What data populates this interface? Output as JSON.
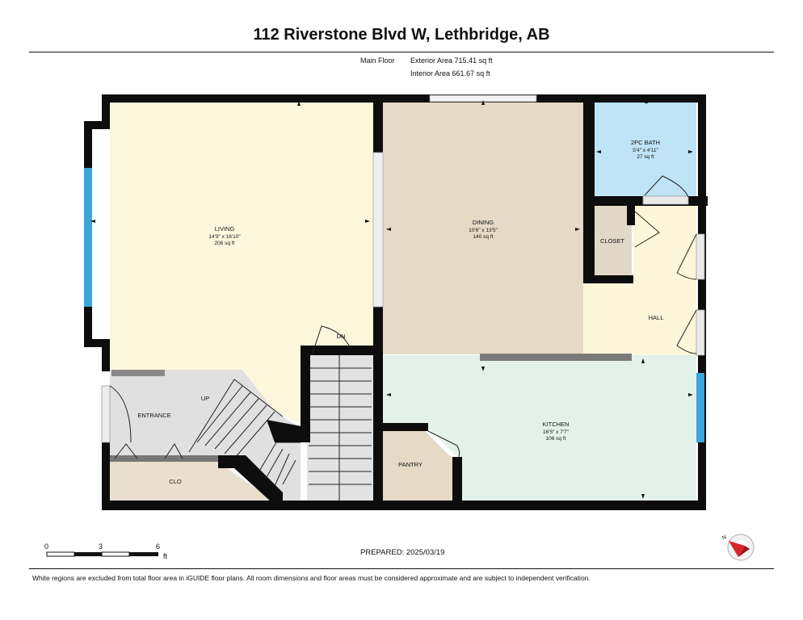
{
  "title": "112 Riverstone Blvd W, Lethbridge, AB",
  "floor": {
    "name": "Main Floor",
    "exterior_label": "Exterior Area",
    "exterior_value": "715.41 sq ft",
    "interior_label": "Interior Area",
    "interior_value": "661.67 sq ft"
  },
  "rooms": {
    "living": {
      "name": "LIVING",
      "dims": "14'9\" x 16'10\"",
      "area": "206 sq ft"
    },
    "dining": {
      "name": "DINING",
      "dims": "10'6\" x 13'5\"",
      "area": "140 sq ft"
    },
    "bath": {
      "name": "2PC BATH",
      "dims": "5'4\" x 4'11\"",
      "area": "27 sq ft"
    },
    "closet": {
      "name": "CLOSET"
    },
    "hall": {
      "name": "HALL"
    },
    "kitchen": {
      "name": "KITCHEN",
      "dims": "16'5\" x 7'7\"",
      "area": "106 sq ft"
    },
    "pantry": {
      "name": "PANTRY"
    },
    "entrance": {
      "name": "ENTRANCE"
    },
    "clo": {
      "name": "CLO"
    },
    "up": "UP",
    "dn": "DN"
  },
  "scale": {
    "t0": "0",
    "t1": "3",
    "t2": "6",
    "unit": "ft"
  },
  "prepared": "PREPARED:  2025/03/19",
  "footer": "White regions are excluded from total floor area in iGUIDE floor plans. All room dimensions and floor areas must be considered approximate and are subject to independent verification.",
  "colors": {
    "living": "#fdf8dc",
    "dining": "#e6d9c6",
    "bath": "#bfe3f7",
    "hall": "#fdf6d8",
    "kitchen": "#e2f2ea",
    "entrance": "#e0e0e0",
    "clo": "#e9dfcf",
    "wall": "#0d0d0d",
    "window": "#3ba6d9"
  }
}
